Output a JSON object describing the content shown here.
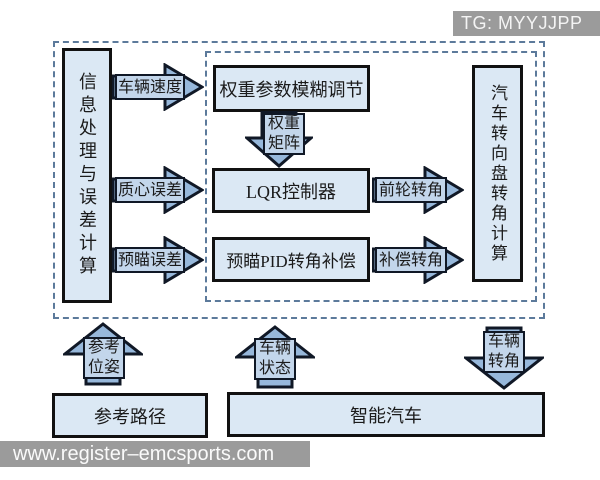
{
  "badge": {
    "text": "TG: MYYJJPP"
  },
  "watermark": {
    "text": "www.register–emcsports.com"
  },
  "diagram": {
    "blocks": {
      "info_processing": "信息处理与误差计算",
      "fuzzy_adjust": "权重参数模糊调节",
      "lqr_controller": "LQR控制器",
      "preview_pid": "预瞄PID转角补偿",
      "steering_calc": "汽车转向盘转角计算",
      "reference_path": "参考路径",
      "smart_vehicle": "智能汽车"
    },
    "arrows": {
      "vehicle_speed": "车辆速度",
      "centroid_error": "质心误差",
      "preview_error": "预瞄误差",
      "weight_matrix": "权重矩阵",
      "front_wheel_angle": "前轮转角",
      "compensation_angle": "补偿转角",
      "reference_pose": "参考位姿",
      "vehicle_state": "车辆状态",
      "vehicle_angle": "车辆转角"
    },
    "colors": {
      "bg": "#ffffff",
      "box_fill": "#dbe8f4",
      "box_stroke": "#111111",
      "arrow_fill": "#97b8db",
      "arrow_stroke": "#101826",
      "label_fill": "#c3d6eb",
      "dash": "#5c7a9b",
      "gray": "#9b9b9b"
    }
  }
}
